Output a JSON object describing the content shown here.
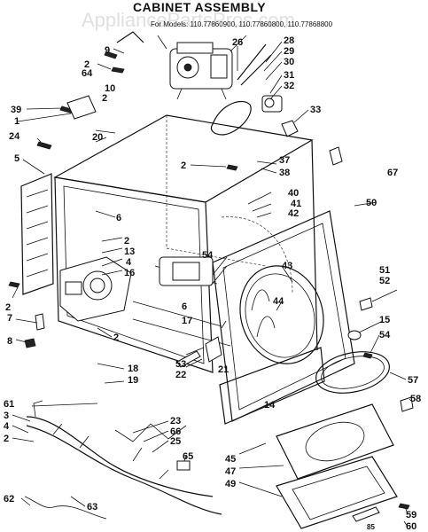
{
  "watermark": "AppliancePartsPros.com",
  "title": "CABINET ASSEMBLY",
  "subtitle": "For Models: 110.77860900, 110.77860800, 110.77868800",
  "callouts": {
    "c1": "1",
    "c2a": "2",
    "c2b": "2",
    "c2c": "2",
    "c2d": "2",
    "c2e": "2",
    "c2f": "2",
    "c2g": "2",
    "c3": "3",
    "c4": "4",
    "c5": "5",
    "c6": "6",
    "c6b": "6",
    "c7": "7",
    "c8": "8",
    "c9": "9",
    "c10": "10",
    "c13": "13",
    "c14": "14",
    "c15": "15",
    "c16": "16",
    "c17": "17",
    "c18": "18",
    "c19": "19",
    "c20": "20",
    "c21": "21",
    "c22": "22",
    "c23": "23",
    "c24": "24",
    "c25": "25",
    "c26": "26",
    "c28": "28",
    "c29": "29",
    "c30": "30",
    "c31": "31",
    "c32": "32",
    "c33": "33",
    "c37": "37",
    "c38": "38",
    "c39": "39",
    "c40": "40",
    "c41": "41",
    "c42": "42",
    "c43": "43",
    "c44": "44",
    "c45": "45",
    "c47": "47",
    "c49": "49",
    "c50": "50",
    "c51": "51",
    "c52": "52",
    "c53": "53",
    "c54a": "54",
    "c54b": "54",
    "c57": "57",
    "c58": "58",
    "c59": "59",
    "c60": "60",
    "c61": "61",
    "c62": "62",
    "c63": "63",
    "c64": "64",
    "c65": "65",
    "c66": "66",
    "c67": "67",
    "c85": "85"
  }
}
